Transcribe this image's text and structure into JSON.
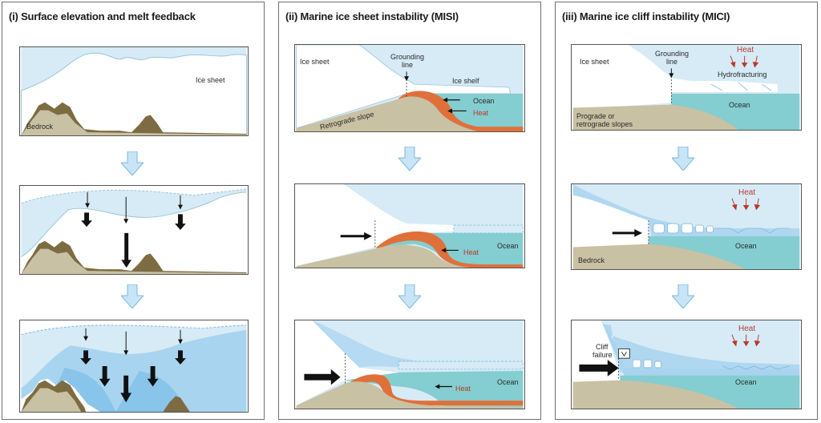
{
  "columns": [
    {
      "title": "(i) Surface elevation and melt feedback",
      "labels": {
        "ice_sheet": "Ice sheet",
        "bedrock": "Bedrock"
      }
    },
    {
      "title": "(ii) Marine ice sheet instability (MISI)",
      "labels": {
        "ice_sheet": "Ice sheet",
        "grounding_line_1": "Grounding",
        "grounding_line_2": "line",
        "ice_shelf": "Ice shelf",
        "ocean": "Ocean",
        "heat": "Heat",
        "retrograde_slope": "Retrograde slope"
      }
    },
    {
      "title": "(iii) Marine ice cliff instability (MICI)",
      "labels": {
        "ice_sheet": "Ice sheet",
        "grounding_line_1": "Grounding",
        "grounding_line_2": "line",
        "heat": "Heat",
        "hydrofracturing": "Hydrofracturing",
        "ocean": "Ocean",
        "slopes_1": "Prograde or",
        "slopes_2": "retrograde slopes",
        "bedrock": "Bedrock",
        "cliff_failure_1": "Cliff",
        "cliff_failure_2": "failure"
      }
    }
  ],
  "colors": {
    "ice_light": "#d6ebf6",
    "ice_mid": "#a9d4ef",
    "ice_deep": "#6fb7e6",
    "ocean": "#84cdd0",
    "bedrock": "#c9c1a3",
    "mountain": "#7d6c43",
    "warm_water": "#e0703a",
    "heat_red": "#b83a2a"
  },
  "icons": [
    "down-arrow-icon",
    "flow-arrow-icon",
    "heat-arrow-icon"
  ]
}
